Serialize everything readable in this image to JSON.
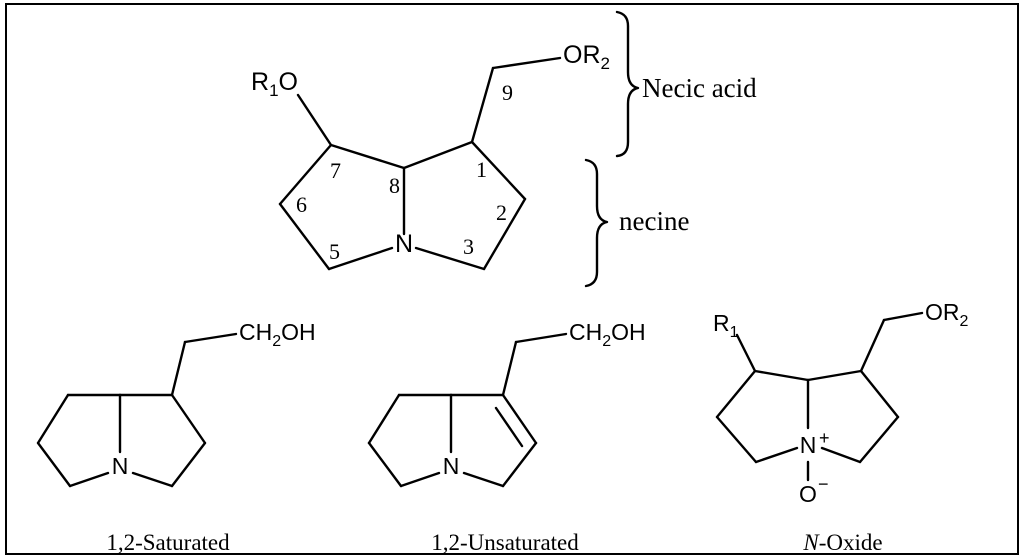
{
  "top_structure": {
    "substituent_left": {
      "main": "R",
      "sub": "1",
      "tail": "O"
    },
    "substituent_right": {
      "main": "OR",
      "sub": "2"
    },
    "nitrogen": "N",
    "positions": [
      "1",
      "2",
      "3",
      "5",
      "6",
      "7",
      "8",
      "9"
    ],
    "brace_labels": {
      "necic_acid": "Necic acid",
      "necine": "necine"
    }
  },
  "bottom_structures": [
    {
      "substituent": {
        "pre": "CH",
        "sub": "2",
        "post": "OH"
      },
      "nitrogen": "N",
      "caption": "1,2-Saturated"
    },
    {
      "substituent": {
        "pre": "CH",
        "sub": "2",
        "post": "OH"
      },
      "nitrogen": "N",
      "caption": "1,2-Unsaturated"
    },
    {
      "substituent_left": {
        "main": "R",
        "sub": "1"
      },
      "substituent_right": {
        "main": "OR",
        "sub": "2"
      },
      "nitrogen": "N",
      "charge_plus": "+",
      "oxygen": "O",
      "charge_minus": "−",
      "caption_italic": "N",
      "caption_rest": "-Oxide"
    }
  ]
}
